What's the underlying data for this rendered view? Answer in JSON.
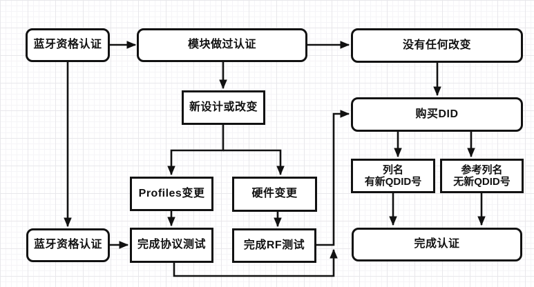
{
  "diagram": {
    "title": "Bluetooth qualification flowchart",
    "colors": {
      "background": "#ffffff",
      "grid_minor": "#f5f4f7",
      "grid_major": "#e8e7eb",
      "stroke": "#111111",
      "box_fill": "#ffffff",
      "text": "#111111"
    }
  },
  "nodes": [
    {
      "id": "bt-cert-top",
      "shape": "rounded",
      "label": "蓝牙资格认证"
    },
    {
      "id": "module-certified",
      "shape": "rounded",
      "label": "模块做过认证"
    },
    {
      "id": "no-change",
      "shape": "rounded",
      "label": "没有任何改变"
    },
    {
      "id": "new-design",
      "shape": "rect",
      "label": "新设计或改变"
    },
    {
      "id": "buy-did",
      "shape": "rounded",
      "label": "购买DID"
    },
    {
      "id": "profiles-change",
      "shape": "rect",
      "label": "Profiles变更"
    },
    {
      "id": "hardware-change",
      "shape": "rect",
      "label": "硬件变更"
    },
    {
      "id": "listed-new-qdid",
      "shape": "rect",
      "label": "列名",
      "label2": "有新QDID号"
    },
    {
      "id": "ref-listed-no-qdid",
      "shape": "rect",
      "label": "参考列名",
      "label2": "无新QDID号"
    },
    {
      "id": "bt-cert-bottom",
      "shape": "rounded",
      "label": "蓝牙资格认证"
    },
    {
      "id": "protocol-test",
      "shape": "rect",
      "label": "完成协议测试"
    },
    {
      "id": "rf-test",
      "shape": "rect",
      "label": "完成RF测试"
    },
    {
      "id": "complete-cert",
      "shape": "rounded",
      "label": "完成认证"
    }
  ],
  "edges": [
    {
      "from": "bt-cert-top",
      "to": "module-certified"
    },
    {
      "from": "module-certified",
      "to": "no-change"
    },
    {
      "from": "module-certified",
      "to": "new-design"
    },
    {
      "from": "no-change",
      "to": "buy-did"
    },
    {
      "from": "new-design",
      "to": "profiles-change"
    },
    {
      "from": "new-design",
      "to": "hardware-change"
    },
    {
      "from": "profiles-change",
      "to": "protocol-test"
    },
    {
      "from": "hardware-change",
      "to": "rf-test"
    },
    {
      "from": "bt-cert-top",
      "to": "bt-cert-bottom"
    },
    {
      "from": "bt-cert-bottom",
      "to": "protocol-test"
    },
    {
      "from": "rf-test",
      "to": "buy-did"
    },
    {
      "from": "protocol-test",
      "to": "buy-did"
    },
    {
      "from": "buy-did",
      "to": "listed-new-qdid"
    },
    {
      "from": "buy-did",
      "to": "ref-listed-no-qdid"
    },
    {
      "from": "listed-new-qdid",
      "to": "complete-cert"
    },
    {
      "from": "ref-listed-no-qdid",
      "to": "complete-cert"
    }
  ]
}
